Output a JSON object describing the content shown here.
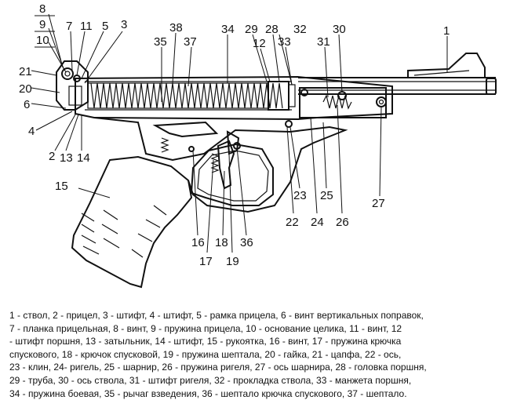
{
  "callouts": [
    {
      "id": "8",
      "text": "8"
    },
    {
      "id": "9",
      "text": "9"
    },
    {
      "id": "10",
      "text": "10"
    },
    {
      "id": "7",
      "text": "7"
    },
    {
      "id": "11",
      "text": "11"
    },
    {
      "id": "5",
      "text": "5"
    },
    {
      "id": "3",
      "text": "3"
    },
    {
      "id": "38",
      "text": "38"
    },
    {
      "id": "34",
      "text": "34"
    },
    {
      "id": "29",
      "text": "29"
    },
    {
      "id": "28",
      "text": "28"
    },
    {
      "id": "32",
      "text": "32"
    },
    {
      "id": "30",
      "text": "30"
    },
    {
      "id": "1",
      "text": "1"
    },
    {
      "id": "35",
      "text": "35"
    },
    {
      "id": "37",
      "text": "37"
    },
    {
      "id": "12",
      "text": "12"
    },
    {
      "id": "33",
      "text": "33"
    },
    {
      "id": "31",
      "text": "31"
    },
    {
      "id": "21",
      "text": "21"
    },
    {
      "id": "20",
      "text": "20"
    },
    {
      "id": "6",
      "text": "6"
    },
    {
      "id": "4",
      "text": "4"
    },
    {
      "id": "2",
      "text": "2"
    },
    {
      "id": "13",
      "text": "13"
    },
    {
      "id": "14",
      "text": "14"
    },
    {
      "id": "15",
      "text": "15"
    },
    {
      "id": "23",
      "text": "23"
    },
    {
      "id": "25",
      "text": "25"
    },
    {
      "id": "27",
      "text": "27"
    },
    {
      "id": "22",
      "text": "22"
    },
    {
      "id": "24",
      "text": "24"
    },
    {
      "id": "26",
      "text": "26"
    },
    {
      "id": "16",
      "text": "16"
    },
    {
      "id": "18",
      "text": "18"
    },
    {
      "id": "36",
      "text": "36"
    },
    {
      "id": "17",
      "text": "17"
    },
    {
      "id": "19",
      "text": "19"
    }
  ],
  "legend": [
    "1 - ствол, 2 - прицел, 3 - штифт, 4 - штифт, 5 - рамка прицела, 6 - винт вертикальных поправок,",
    "7 - планка прицельная, 8 - винт, 9 - пружина прицела, 10 - основание целика, 11 - винт, 12",
    "- штифт поршня, 13 - затыльник, 14 - штифт, 15 - рукоятка, 16 - винт, 17 - пружина крючка",
    "спускового, 18 - крючок спусковой, 19 - пружина шептала, 20 - гайка, 21 - цапфа, 22 - ось,",
    "23 - клин, 24- ригель, 25 - шарнир, 26 - пружина ригеля, 27 - ось шарнира, 28 - головка поршня,",
    "29 - труба, 30 - ось ствола, 31 - штифт ригеля, 32 - прокладка ствола, 33 - манжета поршня,",
    "34 - пружина боевая, 35 - рычаг взведения, 36 - шептало крючка спускового, 37 - шептало."
  ]
}
